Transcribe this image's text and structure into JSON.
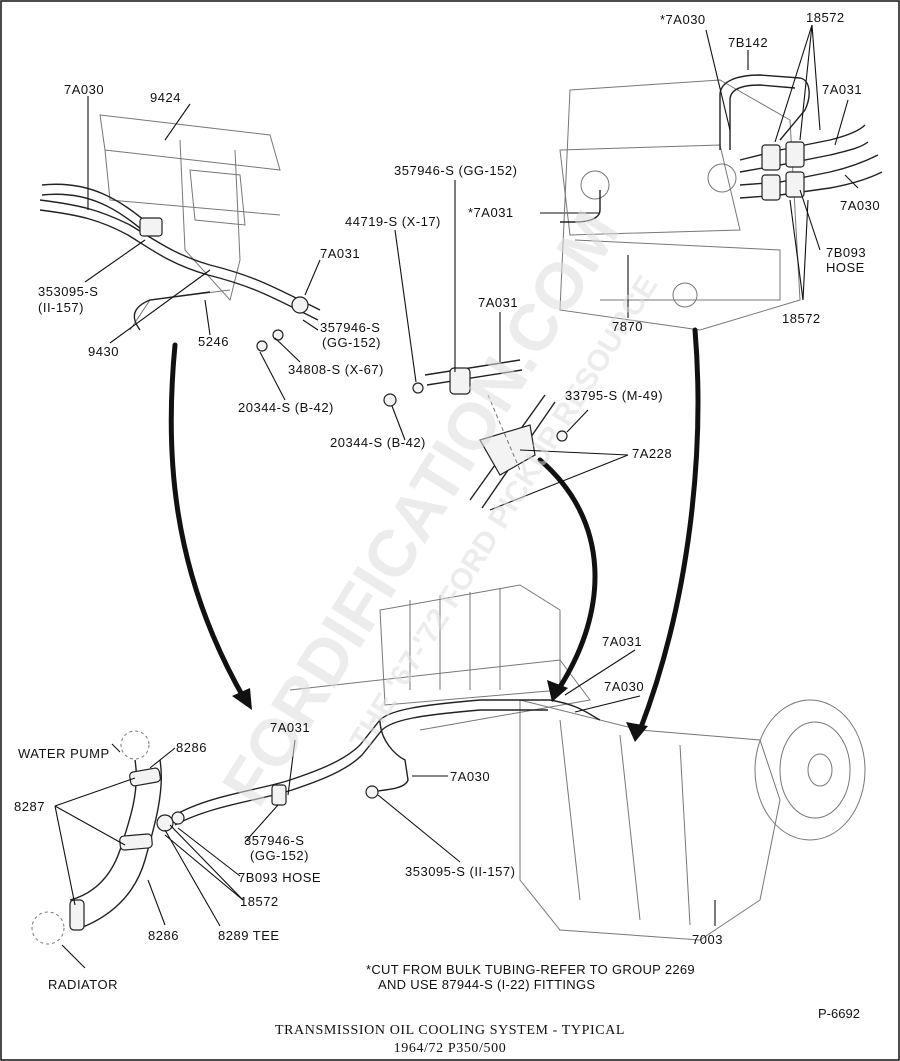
{
  "labels": {
    "tl_7a030": "7A030",
    "tl_9424": "9424",
    "tl_353095": "353095-S",
    "tl_353095_code": "(II-157)",
    "tl_9430": "9430",
    "tl_5246": "5246",
    "tl_7a031": "7A031",
    "tl_357946": "357946-S",
    "tl_357946_code": "(GG-152)",
    "tl_34808": "34808-S (X-67)",
    "tl_20344": "20344-S (B-42)",
    "mid_357946": "357946-S (GG-152)",
    "mid_44719": "44719-S (X-17)",
    "mid_7a031_star": "*7A031",
    "mid_7a031": "7A031",
    "mid_33795": "33795-S (M-49)",
    "mid_20344": "20344-S (B-42)",
    "mid_7a228": "7A228",
    "tr_7a030_star": "*7A030",
    "tr_18572_top": "18572",
    "tr_7b142": "7B142",
    "tr_7a031": "7A031",
    "tr_7a030": "7A030",
    "tr_7b093": "7B093",
    "tr_hose": "HOSE",
    "tr_7870": "7870",
    "tr_18572_bot": "18572",
    "bot_7a031_mid": "7A031",
    "bot_7a030_mid": "7A030",
    "bot_7a031_left": "7A031",
    "bot_7a030_left": "7A030",
    "water_pump": "WATER PUMP",
    "bot_8286_top": "8286",
    "bot_8287": "8287",
    "bot_357946": "357946-S",
    "bot_357946_code": "(GG-152)",
    "bot_7b093_hose": "7B093 HOSE",
    "bot_18572": "18572",
    "bot_8289_tee": "8289 TEE",
    "bot_8286_bot": "8286",
    "radiator": "RADIATOR",
    "bot_353095": "353095-S (II-157)",
    "bot_7003": "7003"
  },
  "note": {
    "line1": "*CUT FROM BULK TUBING-REFER TO GROUP 2269",
    "line2": "AND USE 87944-S (I-22) FITTINGS"
  },
  "figure_id": "P-6692",
  "caption": {
    "title": "TRANSMISSION OIL COOLING SYSTEM - TYPICAL",
    "subtitle": "1964/72    P350/500"
  },
  "watermark": {
    "main": "FORDIFICATION.COM",
    "sub": "THE '67-'72 FORD PICKUP RESOURCE"
  }
}
